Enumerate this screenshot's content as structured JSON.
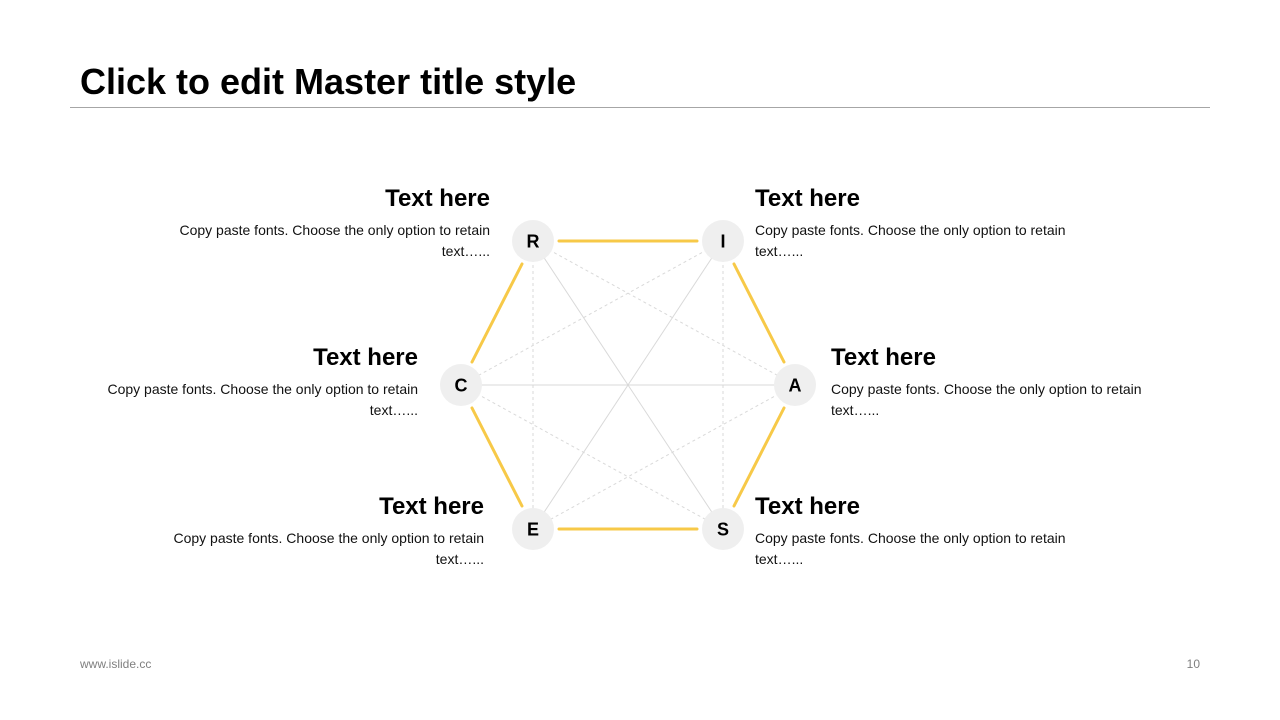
{
  "slide": {
    "title": "Click to edit Master title style",
    "footer_url": "www.islide.cc",
    "page_number": "10"
  },
  "colors": {
    "accent": "#F7C948",
    "node_fill": "#EFEFEF",
    "connector": "#D0D0D0"
  },
  "diagram": {
    "nodes": [
      {
        "id": "R",
        "letter": "R"
      },
      {
        "id": "I",
        "letter": "I"
      },
      {
        "id": "A",
        "letter": "A"
      },
      {
        "id": "S",
        "letter": "S"
      },
      {
        "id": "E",
        "letter": "E"
      },
      {
        "id": "C",
        "letter": "C"
      }
    ],
    "labels": {
      "R": {
        "heading": "Text here",
        "body": "Copy paste fonts. Choose the only option to retain text…..."
      },
      "I": {
        "heading": "Text here",
        "body": "Copy paste fonts. Choose the only option to retain text…..."
      },
      "A": {
        "heading": "Text here",
        "body": "Copy paste fonts. Choose the only option to retain text…..."
      },
      "S": {
        "heading": "Text here",
        "body": "Copy paste fonts. Choose the only option to retain text…..."
      },
      "E": {
        "heading": "Text here",
        "body": "Copy paste fonts. Choose the only option to retain text…..."
      },
      "C": {
        "heading": "Text here",
        "body": "Copy paste fonts. Choose the only option to retain text…..."
      }
    }
  }
}
